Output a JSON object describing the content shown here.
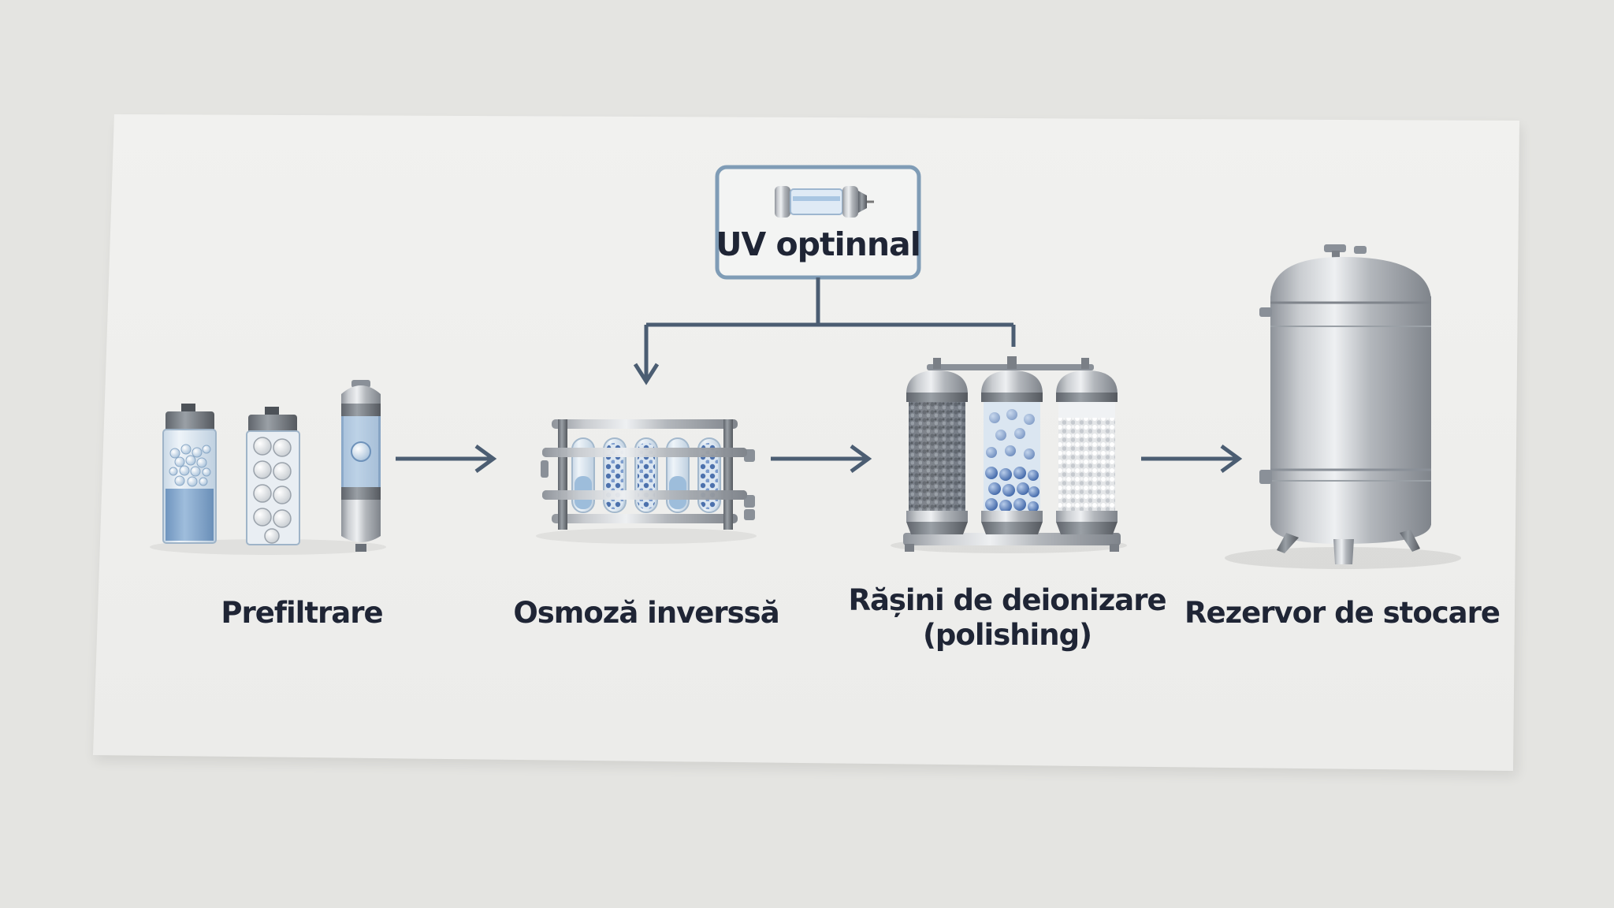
{
  "diagram": {
    "uv_box": {
      "label": "UV optinnal",
      "icon": "uv-lamp-icon"
    },
    "steps": [
      {
        "label": "Prefiltrare",
        "icon": "prefilter-cartridges-icon"
      },
      {
        "label": "Osmoză inverssă",
        "icon": "reverse-osmosis-membranes-icon"
      },
      {
        "label_line1": "Rășini de deionizare",
        "label_line2": "(polishing)",
        "icon": "deionization-resin-columns-icon"
      },
      {
        "label": "Rezervor de stocare",
        "icon": "storage-tank-icon"
      }
    ]
  },
  "colors": {
    "arrow": "#4b5d72",
    "uv_box_border": "#7f9cb6",
    "text": "#1f2535",
    "water": "#8fb1d3",
    "steel": "#b8bcc1"
  }
}
